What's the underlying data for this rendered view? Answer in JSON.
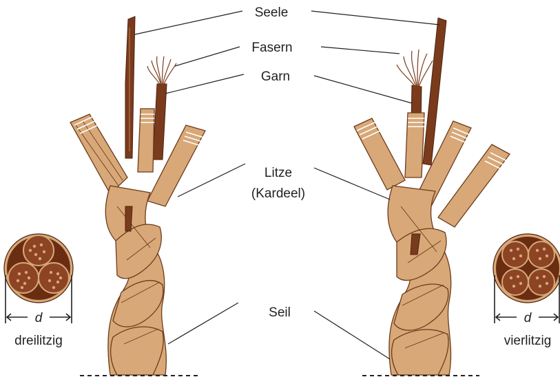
{
  "labels": {
    "seele": "Seele",
    "fasern": "Fasern",
    "garn": "Garn",
    "litze": "Litze",
    "kardeel": "(Kardeel)",
    "seil": "Seil",
    "d_left": "d",
    "d_right": "d",
    "dreilitzig": "dreilitzig",
    "vierlitzig": "vierlitzig"
  },
  "colors": {
    "strand": "#d8a878",
    "outline": "#6b3a1a",
    "core": "#7a3b1c",
    "text": "#231f20"
  }
}
